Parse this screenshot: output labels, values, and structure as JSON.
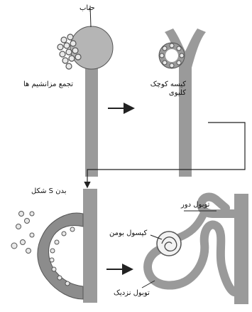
{
  "labels": {
    "blister": "حباب",
    "mesenchyme_aggregate": "تجمع مزانشیم ها",
    "renal_vesicle": "کیسه کوچک کلیوی",
    "s_shaped_body": "بدن S شکل",
    "distal_tubule": "توبول دور",
    "bowman_capsule": "کپسول بومن",
    "proximal_tubule": "توبول نزدیک"
  },
  "colors": {
    "tissue": "#9a9a9a",
    "tissue_light": "#c4c4c4",
    "outline": "#444444",
    "arrow": "#222222"
  }
}
